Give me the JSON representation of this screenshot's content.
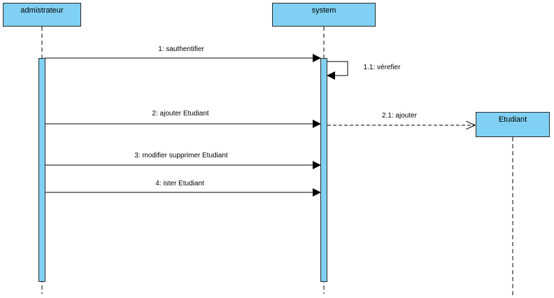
{
  "lifelines": {
    "admin": {
      "label": "admistrateur"
    },
    "system": {
      "label": "system"
    },
    "etudiant": {
      "label": "Etudiant"
    }
  },
  "messages": [
    {
      "id": "m1",
      "label": "1: sauthentifier",
      "type": "sync"
    },
    {
      "id": "m1_1",
      "label": "1.1: vérefier",
      "type": "self"
    },
    {
      "id": "m2",
      "label": "2: ajouter Etudiant",
      "type": "sync"
    },
    {
      "id": "m2_1",
      "label": "2.1: ajouter",
      "type": "create"
    },
    {
      "id": "m3",
      "label": "3: modifier supprimer Etudiant",
      "type": "sync"
    },
    {
      "id": "m4",
      "label": "4: ister Etudiant",
      "type": "sync"
    }
  ],
  "colors": {
    "fill": "#7fd0f2",
    "stroke": "#2b2b2b"
  }
}
